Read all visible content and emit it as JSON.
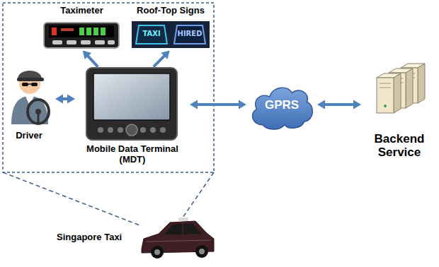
{
  "diagram": {
    "nodes": [
      {
        "text": [
          "Taximeter"
        ]
      },
      {
        "text": [
          "Roof-Top Signs"
        ]
      },
      {
        "text": [
          "Driver"
        ]
      },
      {
        "text": [
          "Mobile Data Terminal (MDT)"
        ]
      },
      {
        "text": [
          "GPRS"
        ]
      },
      {
        "text": [
          "Backend Service"
        ]
      },
      {
        "text": [
          "Singapore Taxi"
        ]
      }
    ],
    "edges": [
      {
        "from": 3,
        "to": 0,
        "arrow": "to"
      },
      {
        "from": 3,
        "to": 1,
        "arrow": "to"
      },
      {
        "from": 2,
        "to": 3,
        "arrow": "both"
      },
      {
        "from": 3,
        "to": 4,
        "arrow": "both"
      },
      {
        "from": 4,
        "to": 5,
        "arrow": "both"
      }
    ],
    "labels": [
      "TAXI",
      "HIRED"
    ]
  }
}
